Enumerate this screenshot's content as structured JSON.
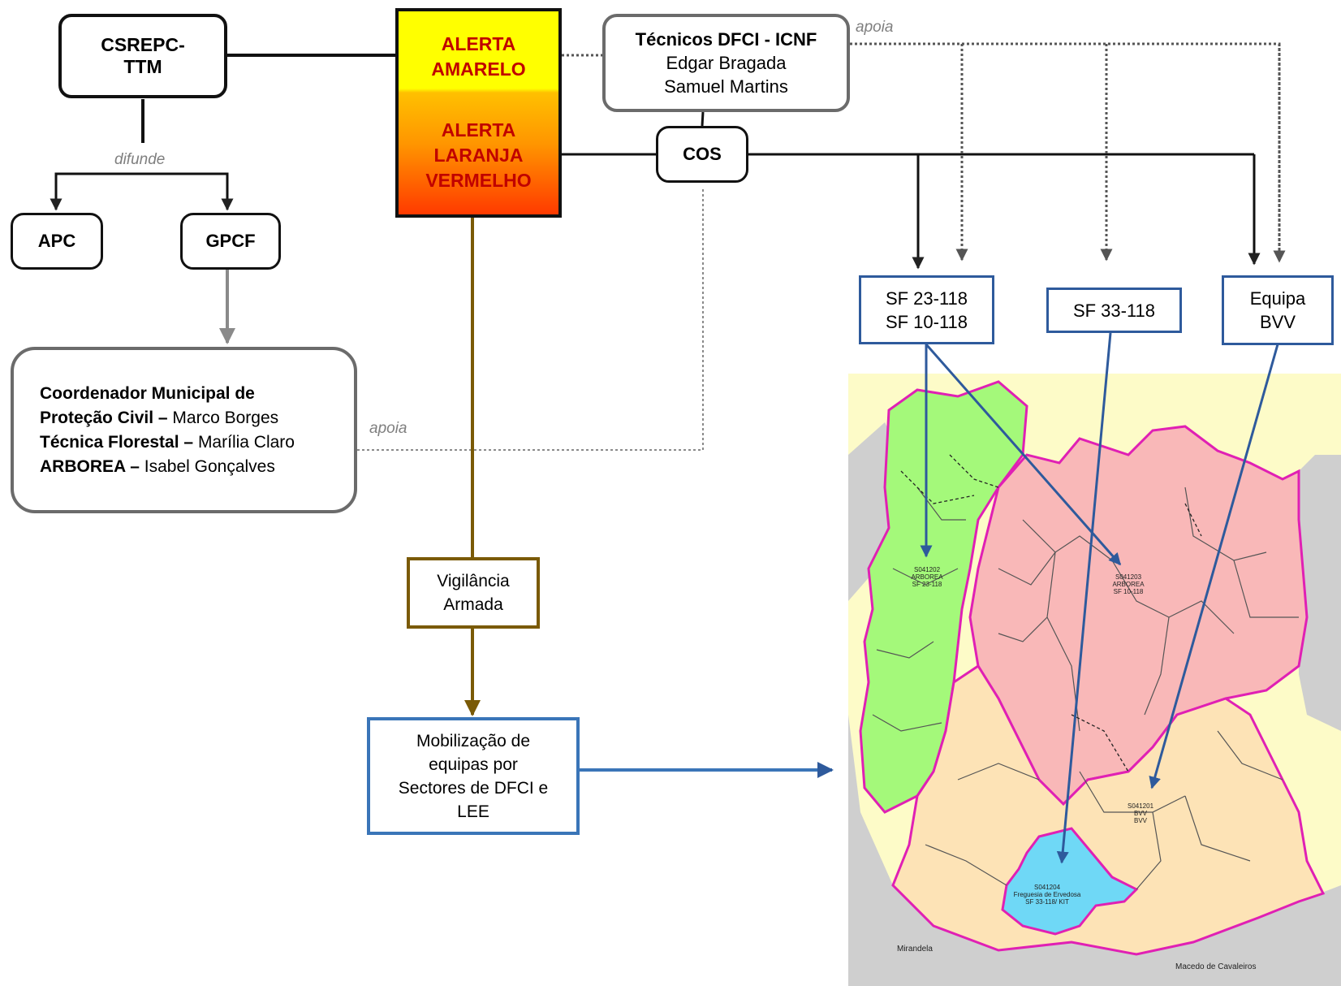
{
  "boxes": {
    "csrepc": "CSREPC-\nTTM",
    "alert_top": "ALERTA\nAMARELO",
    "alert_bottom": "ALERTA\nLARANJA\nVERMELHO",
    "tecnicos_title": "Técnicos DFCI - ICNF",
    "tecnicos_names": [
      "Edgar Bragada",
      "Samuel Martins"
    ],
    "cos": "COS",
    "apc": "APC",
    "gpcf": "GPCF",
    "coord_lines": [
      {
        "role": "Coordenador Municipal de",
        "name": ""
      },
      {
        "role": "Proteção Civil –",
        "name": "Marco Borges"
      },
      {
        "role": "Técnica Florestal –",
        "name": "Marília Claro"
      },
      {
        "role": "ARBOREA –",
        "name": "Isabel Gonçalves"
      }
    ],
    "sf_a": "SF 23-118\nSF 10-118",
    "sf_b": "SF 33-118",
    "equipa": "Equipa\nBVV",
    "vigilancia": "Vigilância\nArmada",
    "mobilizacao": "Mobilização de\nequipas por\nSectores de DFCI e\nLEE"
  },
  "labels": {
    "difunde": "difunde",
    "apoia_top": "apoia",
    "apoia_left": "apoia"
  },
  "map": {
    "sectors": [
      {
        "code": "S041202",
        "name": "ARBOREA",
        "team": "SF 23-118",
        "color": "#a4f97a"
      },
      {
        "code": "S041203",
        "name": "ARBOREA",
        "team": "SF 10-118",
        "color": "#f9b8b8"
      },
      {
        "code": "S041201",
        "name": "BVV",
        "team": "BVV",
        "color": "#fde3b6"
      },
      {
        "code": "S041204",
        "name": "Freguesia de Ervedosa",
        "team": "SF 33-118/ KIT",
        "color": "#6fd8f6"
      }
    ],
    "places": [
      "Mirandela",
      "Macedo de Cavaleiros"
    ],
    "colors": {
      "border": "#e020b4",
      "outside": "#cfcfcf",
      "top_band": "#fdfbc8"
    }
  }
}
